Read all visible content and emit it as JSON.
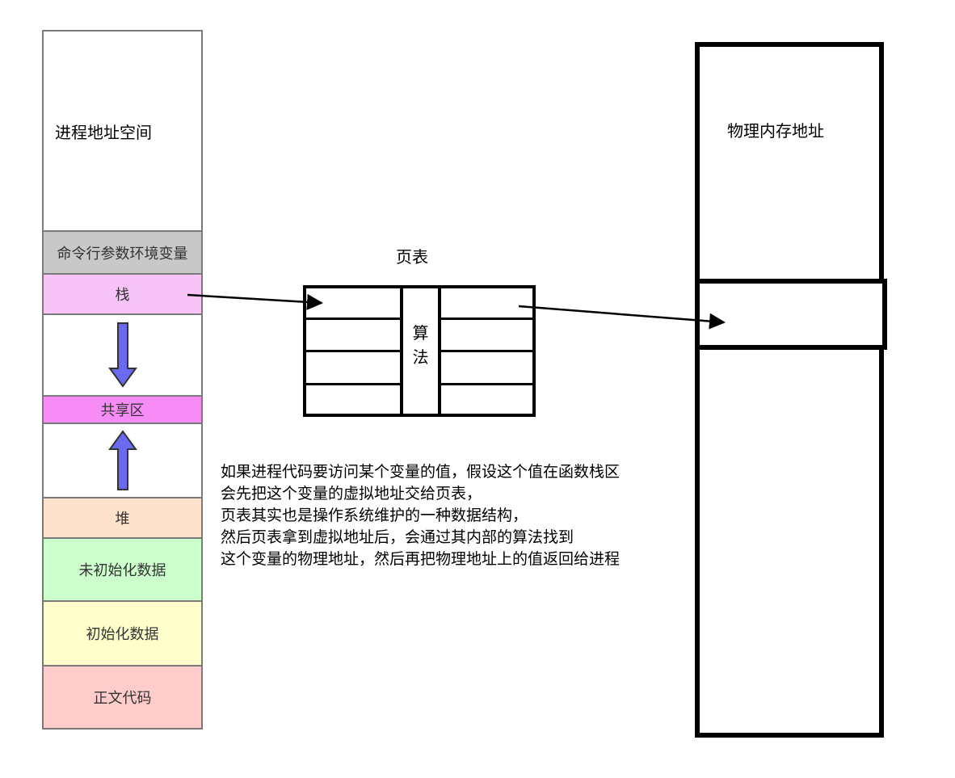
{
  "process": {
    "title": "进程地址空间",
    "segments": {
      "env": "命令行参数环境变量",
      "stack": "栈",
      "shared": "共享区",
      "heap": "堆",
      "bss": "未初始化数据",
      "data": "初始化数据",
      "text": "正文代码"
    }
  },
  "page_table": {
    "title": "页表",
    "algorithm": [
      "算",
      "法"
    ]
  },
  "physical": {
    "title": "物理内存地址"
  },
  "description": [
    "如果进程代码要访问某个变量的值，假设这个值在函数栈区",
    "会先把这个变量的虚拟地址交给页表，",
    "页表其实也是操作系统维护的一种数据结构，",
    "然后页表拿到虚拟地址后，会通过其内部的算法找到",
    "这个变量的物理地址，然后再把物理地址上的值返回给进程"
  ],
  "colors": {
    "env": "#c8c8c8",
    "stack": "#f8c4f8",
    "shared": "#f78cf7",
    "heap": "#fde3cb",
    "bss": "#ccffcc",
    "data": "#ffffcc",
    "text": "#ffcccc",
    "arrow_fill": "#6a6af0"
  }
}
